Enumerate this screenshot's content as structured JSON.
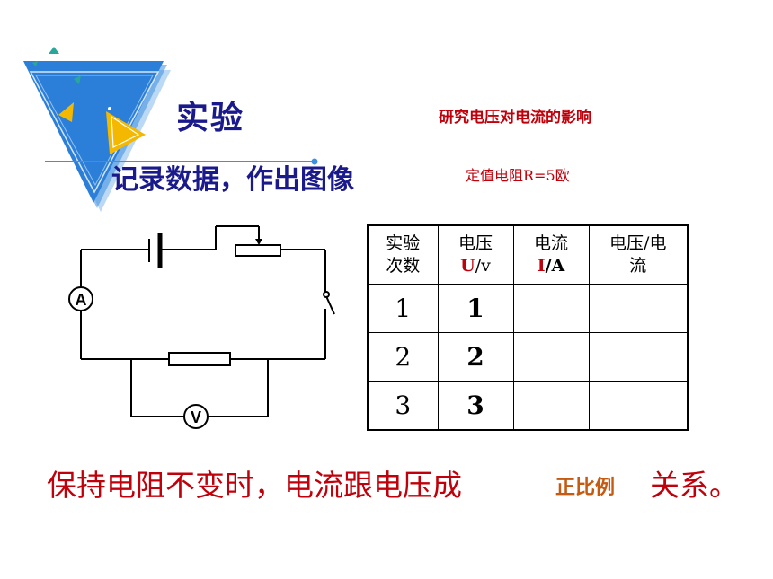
{
  "slide": {
    "title": "实验",
    "subtitle": "记录数据，作出图像",
    "research_topic": "研究电压对电流的影响",
    "resistor_note": "定值电阻R=5欧"
  },
  "circuit": {
    "ammeter_label": "A",
    "voltmeter_label": "V"
  },
  "table": {
    "headers": [
      {
        "line1": "实验",
        "line2": "次数"
      },
      {
        "line1": "电压",
        "unit_symbol": "U",
        "unit_rest": "/v"
      },
      {
        "line1": "电流",
        "unit_symbol": "I",
        "unit_rest": "/A"
      },
      {
        "line1": "电压/电",
        "line2": "流"
      }
    ],
    "rows": [
      {
        "trial": "1",
        "voltage": "1",
        "current": "",
        "ratio": ""
      },
      {
        "trial": "2",
        "voltage": "2",
        "current": "",
        "ratio": ""
      },
      {
        "trial": "3",
        "voltage": "3",
        "current": "",
        "ratio": ""
      }
    ]
  },
  "conclusion": {
    "prefix": "保持电阻不变时，电流跟电压成",
    "answer": "正比例",
    "suffix": "关系。"
  },
  "colors": {
    "title": "#1a1a8c",
    "accent_red": "#c0000a",
    "answer_orange": "#c55a11",
    "deco_blue": "#3d8fe0",
    "deco_yellow": "#f5b800",
    "deco_teal": "#2aa79b"
  }
}
